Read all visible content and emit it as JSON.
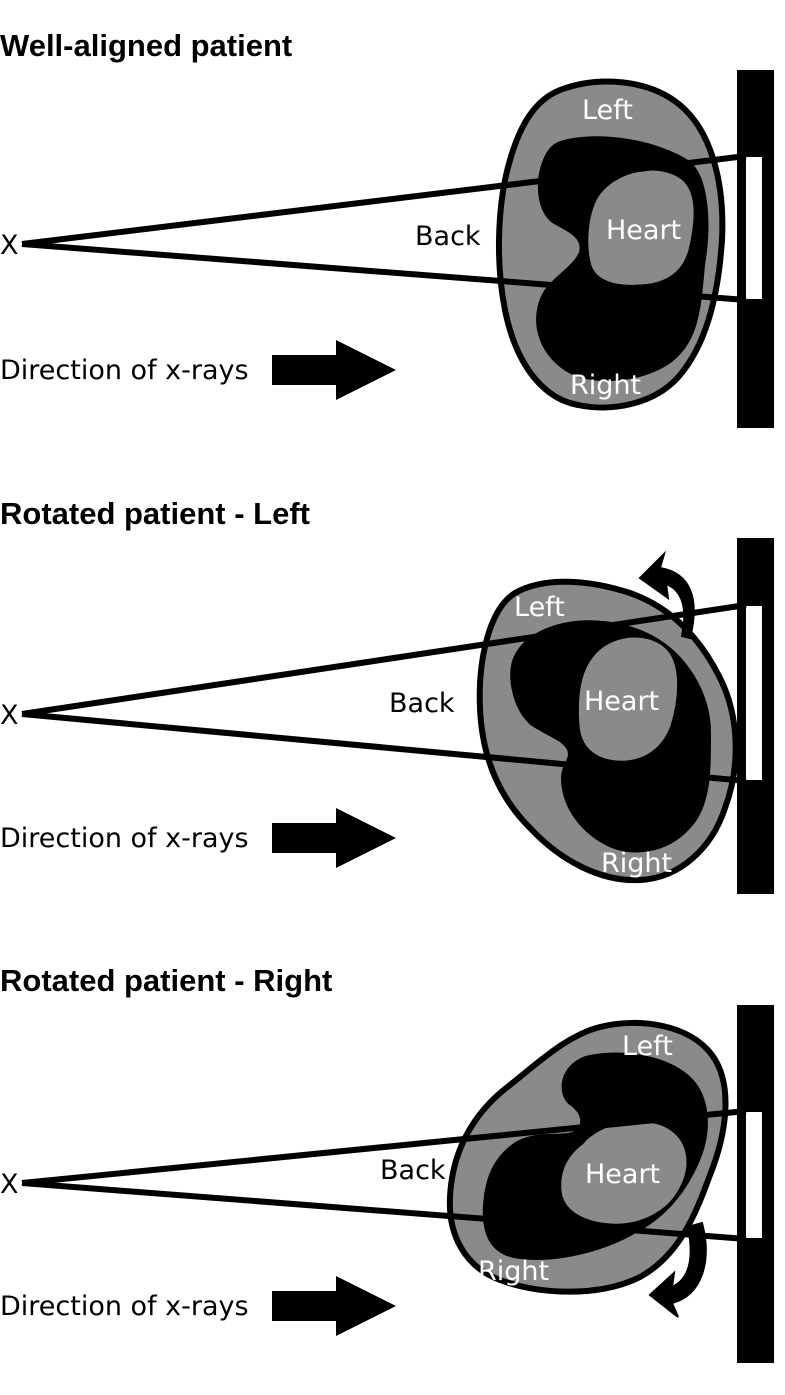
{
  "panels": [
    {
      "title": "Well-aligned patient",
      "source_label": "X",
      "back_label": "Back",
      "heart_label": "Heart",
      "left_label": "Left",
      "right_label": "Right",
      "direction_label": "Direction of x-rays"
    },
    {
      "title": "Rotated patient - Left",
      "source_label": "X",
      "back_label": "Back",
      "heart_label": "Heart",
      "left_label": "Left",
      "right_label": "Right",
      "direction_label": "Direction of x-rays"
    },
    {
      "title": "Rotated patient - Right",
      "source_label": "X",
      "back_label": "Back",
      "heart_label": "Heart",
      "left_label": "Left",
      "right_label": "Right",
      "direction_label": "Direction of x-rays"
    }
  ],
  "colors": {
    "outline": "#000000",
    "tissue": "#8a8a8a",
    "background": "#ffffff"
  }
}
